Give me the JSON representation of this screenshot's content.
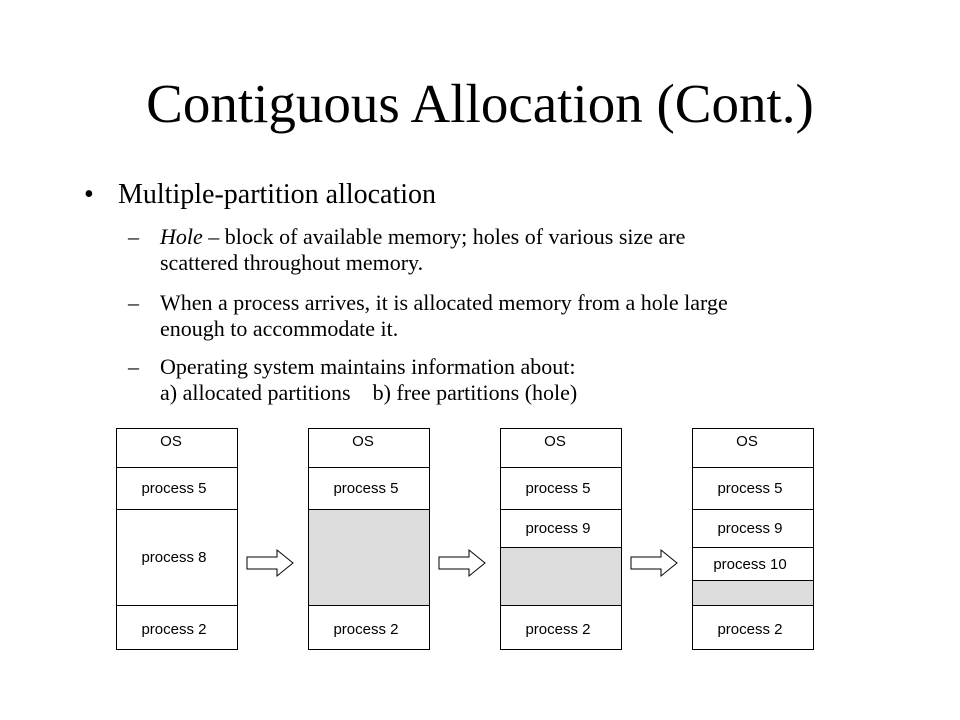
{
  "title": "Contiguous Allocation (Cont.)",
  "bullet": {
    "symbol": "•",
    "text": "Multiple-partition allocation"
  },
  "subitems": [
    {
      "dash": "–",
      "em": "Hole",
      "line1": " – block of available memory; holes of various size are",
      "line2": "scattered throughout memory."
    },
    {
      "dash": "–",
      "line1": "When a process arrives, it is allocated memory from a hole large",
      "line2": "enough to accommodate it."
    },
    {
      "dash": "–",
      "line1": "Operating system maintains information about:",
      "line2": "a) allocated partitions    b) free partitions (hole)"
    }
  ],
  "diagram": {
    "hole_color": "#dcdcdc",
    "snapshots": [
      {
        "os": "OS",
        "segments": [
          {
            "label": "process 5"
          },
          {
            "label": "process 8"
          },
          {
            "label": "process 2"
          }
        ]
      },
      {
        "os": "OS",
        "segments": [
          {
            "label": "process 5"
          },
          {
            "label": "",
            "hole": true
          },
          {
            "label": "process 2"
          }
        ]
      },
      {
        "os": "OS",
        "segments": [
          {
            "label": "process 5"
          },
          {
            "label": "process 9"
          },
          {
            "label": "",
            "hole": true
          },
          {
            "label": "process 2"
          }
        ]
      },
      {
        "os": "OS",
        "segments": [
          {
            "label": "process 5"
          },
          {
            "label": "process 9"
          },
          {
            "label": "process 10"
          },
          {
            "label": "",
            "hole": true
          },
          {
            "label": "process 2"
          }
        ]
      }
    ]
  }
}
